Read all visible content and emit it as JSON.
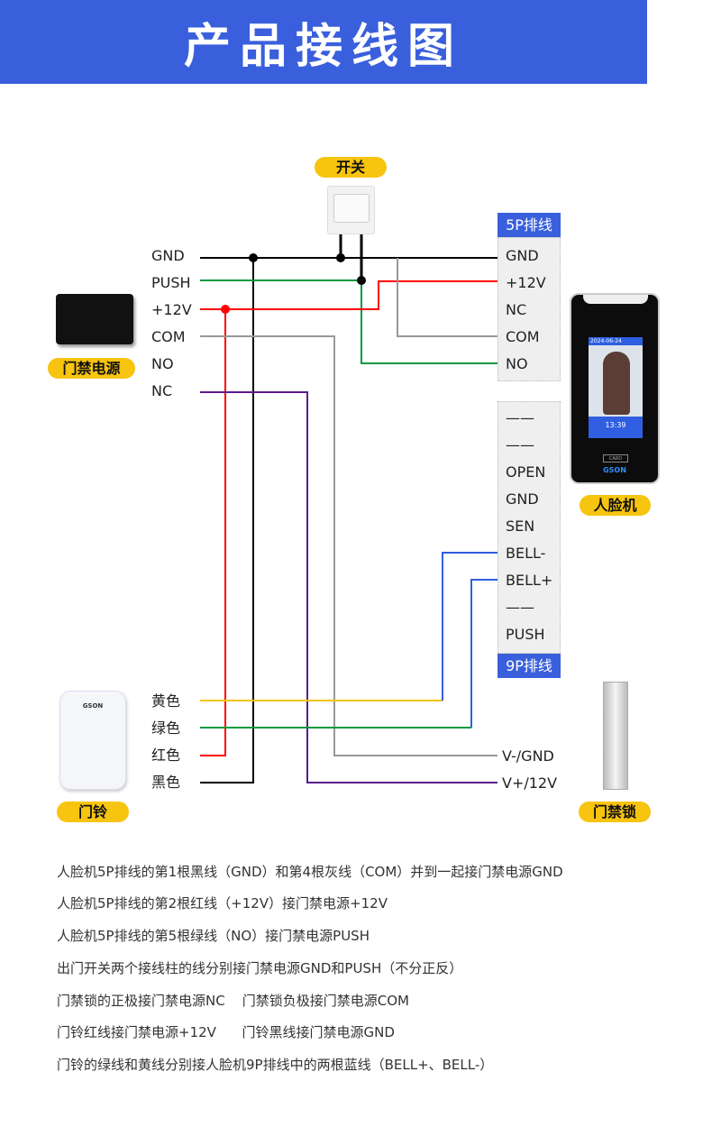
{
  "title": "产品接线图",
  "devices": {
    "switch": "开关",
    "power": "门禁电源",
    "face": "人脸机",
    "bell": "门铃",
    "lock": "门禁锁"
  },
  "power_terminals": [
    "GND",
    "PUSH",
    "+12V",
    "COM",
    "NO",
    "NC"
  ],
  "cable_5p": {
    "title": "5P排线",
    "pins": [
      "GND",
      "+12V",
      "NC",
      "COM",
      "NO"
    ]
  },
  "cable_9p": {
    "title": "9P排线",
    "pins": [
      "——",
      "——",
      "OPEN",
      "GND",
      "SEN",
      "BELL-",
      "BELL+",
      "——",
      "PUSH"
    ]
  },
  "bell_wires": [
    "黄色",
    "绿色",
    "红色",
    "黑色"
  ],
  "lock_terminals": [
    "V-/GND",
    "V+/12V"
  ],
  "face_screen": {
    "date": "2024-06-24",
    "time": "13:39",
    "brand": "GSON",
    "card": "CARD"
  },
  "bell_brand": "GSON",
  "wire_colors": {
    "black": "#000000",
    "green": "#009a3e",
    "red": "#ff0000",
    "gray": "#999999",
    "purple": "#5b1a8c",
    "yellow": "#f5c400",
    "blue": "#2f5fe0"
  },
  "notes": [
    "人脸机5P排线的第1根黑线（GND）和第4根灰线（COM）并到一起接门禁电源GND",
    "人脸机5P排线的第2根红线（+12V）接门禁电源+12V",
    "人脸机5P排线的第5根绿线（NO）接门禁电源PUSH",
    "出门开关两个接线柱的线分别接门禁电源GND和PUSH（不分正反）",
    "门禁锁的正极接门禁电源NC    门禁锁负极接门禁电源COM",
    "门铃红线接门禁电源+12V      门铃黑线接门禁电源GND",
    "门铃的绿线和黄线分别接人脸机9P排线中的两根蓝线（BELL+、BELL-）"
  ]
}
